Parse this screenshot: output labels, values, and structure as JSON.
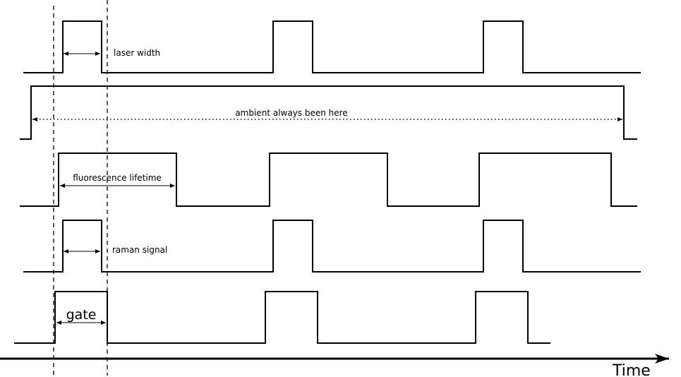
{
  "labels": {
    "laser_width": "laser width",
    "ambient": "ambient always been here",
    "fluorescence": "fluorescence lifetime",
    "raman": "raman signal",
    "gate": "gate",
    "time": "Time"
  },
  "signals": [
    {
      "name": "laser",
      "pulses": 3
    },
    {
      "name": "ambient",
      "pulses": 1
    },
    {
      "name": "fluorescence",
      "pulses": 3
    },
    {
      "name": "raman",
      "pulses": 3
    },
    {
      "name": "gate",
      "pulses": 3
    }
  ]
}
